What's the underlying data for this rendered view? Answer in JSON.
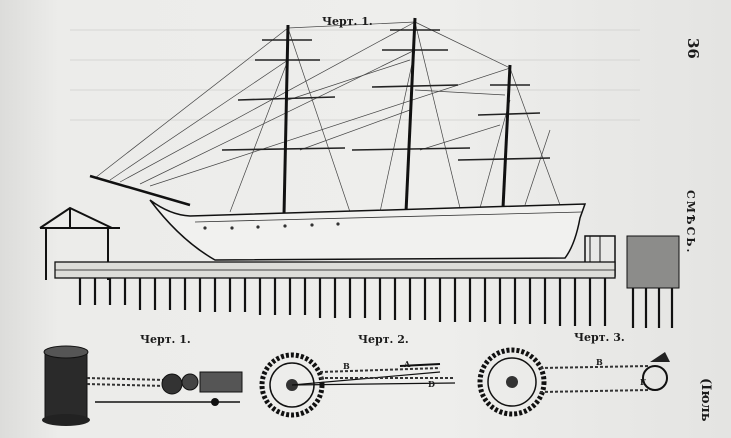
{
  "page": {
    "page_number": "36",
    "running_head": "СМѢСЬ.",
    "month_label": "(Іюль"
  },
  "figures": {
    "main_caption": "Черт. 1.",
    "fig1_caption": "Черт. 1.",
    "fig2_caption": "Черт. 2.",
    "fig3_caption": "Черт. 3.",
    "fig2_letters": [
      "B",
      "A",
      "D"
    ],
    "fig3_letters": [
      "B",
      "F"
    ]
  }
}
